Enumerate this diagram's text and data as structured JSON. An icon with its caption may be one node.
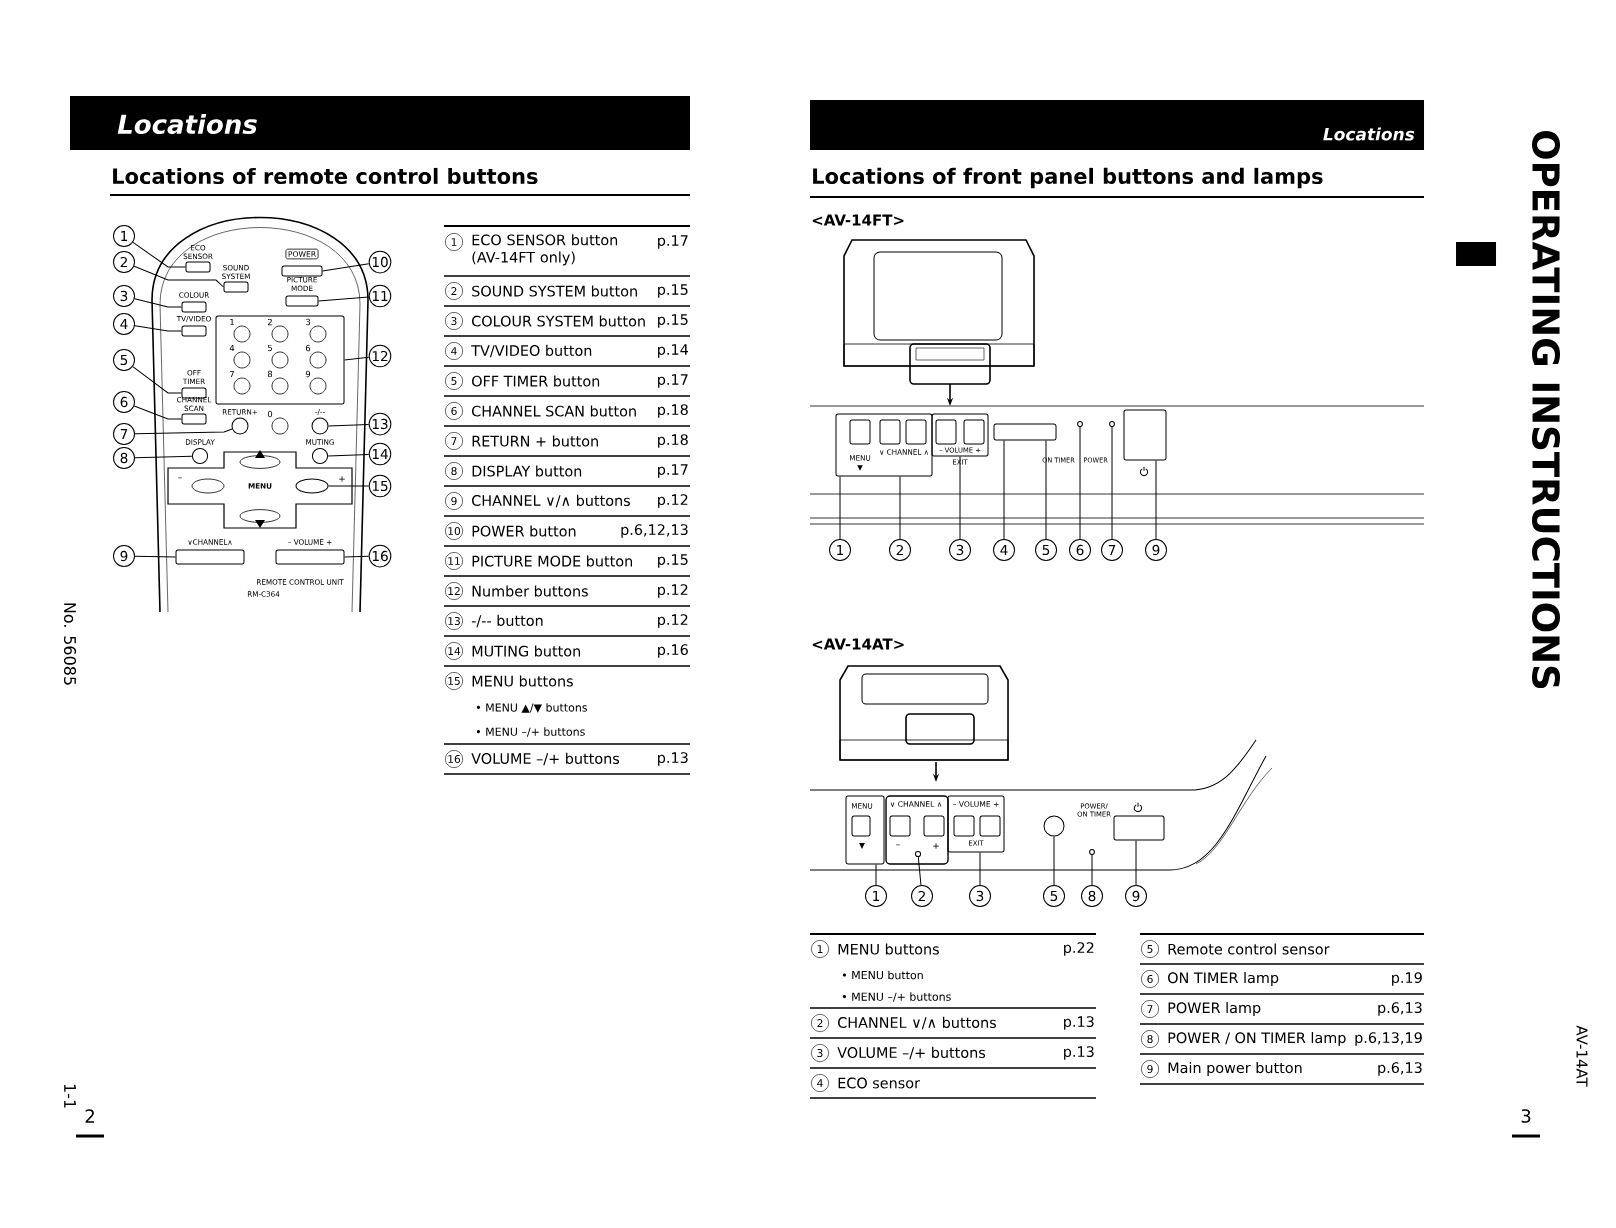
{
  "diagram": {
    "nodes": [
      {
        "text": [
          "1"
        ]
      },
      {
        "text": [
          "2"
        ]
      },
      {
        "text": [
          "3"
        ]
      },
      {
        "text": [
          "4"
        ]
      },
      {
        "text": [
          "5"
        ]
      },
      {
        "text": [
          "6"
        ]
      },
      {
        "text": [
          "7"
        ]
      },
      {
        "text": [
          "8"
        ]
      },
      {
        "text": [
          "9"
        ]
      },
      {
        "text": [
          "10"
        ]
      },
      {
        "text": [
          "11"
        ]
      },
      {
        "text": [
          "12"
        ]
      },
      {
        "text": [
          "13"
        ]
      },
      {
        "text": [
          "14"
        ]
      },
      {
        "text": [
          "15"
        ]
      },
      {
        "text": [
          "16"
        ]
      },
      {
        "text": [
          "1"
        ]
      },
      {
        "text": [
          "2"
        ]
      },
      {
        "text": [
          "3"
        ]
      },
      {
        "text": [
          "4"
        ]
      },
      {
        "text": [
          "5"
        ]
      },
      {
        "text": [
          "6"
        ]
      },
      {
        "text": [
          "7"
        ]
      },
      {
        "text": [
          "9"
        ]
      },
      {
        "text": [
          "1"
        ]
      },
      {
        "text": [
          "2"
        ]
      },
      {
        "text": [
          "3"
        ]
      },
      {
        "text": [
          "5"
        ]
      },
      {
        "text": [
          "8"
        ]
      },
      {
        "text": [
          "9"
        ]
      },
      {
        "text": [],
        "shape": "box"
      },
      {
        "text": [],
        "shape": "box"
      },
      {
        "text": [],
        "shape": "box"
      },
      {
        "text": [],
        "shape": "box"
      },
      {
        "text": [],
        "shape": "box"
      },
      {
        "text": [],
        "shape": "box"
      },
      {
        "text": [],
        "shape": "box"
      },
      {
        "text": [],
        "shape": "circle"
      },
      {
        "text": [],
        "shape": "circle"
      },
      {
        "text": [],
        "shape": "box"
      },
      {
        "text": [],
        "shape": "box"
      },
      {
        "text": [],
        "shape": "box"
      },
      {
        "text": [],
        "shape": "circle"
      },
      {
        "text": [],
        "shape": "circle"
      },
      {
        "text": [],
        "shape": "ellipse"
      },
      {
        "text": [],
        "shape": "box"
      },
      {
        "text": [],
        "shape": "box"
      },
      {
        "text": [],
        "shape": "box"
      },
      {
        "text": [],
        "shape": "box"
      },
      {
        "text": [],
        "shape": "circle"
      },
      {
        "text": [],
        "shape": "circle"
      },
      {
        "text": [],
        "shape": "box"
      },
      {
        "text": [],
        "shape": "box"
      },
      {
        "text": [],
        "shape": "circle"
      },
      {
        "text": [],
        "shape": "box"
      },
      {
        "text": [],
        "shape": "circle"
      },
      {
        "text": [],
        "shape": "circle"
      },
      {
        "text": [],
        "shape": "box"
      }
    ],
    "edges": [
      {
        "from": 0,
        "to": 30,
        "arrow": "none"
      },
      {
        "from": 1,
        "to": 31,
        "arrow": "none"
      },
      {
        "from": 2,
        "to": 32,
        "arrow": "none"
      },
      {
        "from": 3,
        "to": 33,
        "arrow": "none"
      },
      {
        "from": 4,
        "to": 34,
        "arrow": "none"
      },
      {
        "from": 5,
        "to": 35,
        "arrow": "none"
      },
      {
        "from": 6,
        "to": 37,
        "arrow": "none"
      },
      {
        "from": 7,
        "to": 38,
        "arrow": "none"
      },
      {
        "from": 8,
        "to": 39,
        "arrow": "none"
      },
      {
        "from": 9,
        "to": 40,
        "arrow": "none"
      },
      {
        "from": 10,
        "to": 41,
        "arrow": "none"
      },
      {
        "from": 11,
        "to": 36,
        "arrow": "none"
      },
      {
        "from": 12,
        "to": 42,
        "arrow": "none"
      },
      {
        "from": 13,
        "to": 43,
        "arrow": "none"
      },
      {
        "from": 14,
        "to": 44,
        "arrow": "none"
      },
      {
        "from": 15,
        "to": 45,
        "arrow": "none"
      },
      {
        "from": 16,
        "to": 46,
        "arrow": "none"
      },
      {
        "from": 17,
        "to": 46,
        "arrow": "none"
      },
      {
        "from": 18,
        "to": 47,
        "arrow": "none"
      },
      {
        "from": 19,
        "to": 48,
        "arrow": "none"
      },
      {
        "from": 20,
        "to": 48,
        "arrow": "none"
      },
      {
        "from": 21,
        "to": 49,
        "arrow": "none"
      },
      {
        "from": 22,
        "to": 50,
        "arrow": "none"
      },
      {
        "from": 23,
        "to": 51,
        "arrow": "none"
      },
      {
        "from": 24,
        "to": 52,
        "arrow": "none"
      },
      {
        "from": 25,
        "to": 53,
        "arrow": "none"
      },
      {
        "from": 26,
        "to": 54,
        "arrow": "none"
      },
      {
        "from": 27,
        "to": 55,
        "arrow": "none"
      },
      {
        "from": 28,
        "to": 56,
        "arrow": "none"
      },
      {
        "from": 29,
        "to": 57,
        "arrow": "none"
      }
    ],
    "labels": [
      "Locations",
      "Locations of remote control buttons",
      "Locations",
      "Locations of front panel buttons and lamps",
      "OPERATING INSTRUCTIONS",
      "No. 56085",
      "1-1",
      "2",
      "3",
      "AV-14AT",
      "<AV-14FT>",
      "<AV-14AT>",
      "ECO SENSOR",
      "SOUND SYSTEM",
      "COLOUR",
      "POWER",
      "PICTURE MODE",
      "TV/VIDEO",
      "1",
      "2",
      "3",
      "4",
      "5",
      "6",
      "7",
      "8",
      "9",
      "0",
      "OFF TIMER",
      "CHANNEL SCAN",
      "RETURN+",
      "-/--",
      "DISPLAY",
      "MUTING",
      "MENU",
      "–",
      "+",
      "∨CHANNEL∧",
      "– VOLUME +",
      "REMOTE CONTROL UNIT",
      "RM-C364",
      "1",
      "ECO SENSOR button (AV-14FT only)",
      "p.17",
      "2",
      "SOUND SYSTEM button",
      "p.15",
      "3",
      "COLOUR SYSTEM button",
      "p.15",
      "4",
      "TV/VIDEO button",
      "p.14",
      "5",
      "OFF TIMER button",
      "p.17",
      "6",
      "CHANNEL SCAN button",
      "p.18",
      "7",
      "RETURN + button",
      "p.18",
      "8",
      "DISPLAY button",
      "p.17",
      "9",
      "CHANNEL ∨/∧ buttons",
      "p.12",
      "10",
      "POWER button",
      "p.6,12,13",
      "11",
      "PICTURE MODE button",
      "p.15",
      "12",
      "Number buttons",
      "p.12",
      "13",
      "-/-- button",
      "p.12",
      "14",
      "MUTING button",
      "p.16",
      "15",
      "MENU buttons",
      "• MENU ▲/▼ buttons",
      "• MENU –/+ buttons",
      "16",
      "VOLUME –/+ buttons",
      "p.13",
      "1",
      "MENU buttons",
      "p.22",
      "• MENU button",
      "• MENU –/+ buttons",
      "2",
      "CHANNEL ∨/∧ buttons",
      "p.13",
      "3",
      "VOLUME –/+ buttons",
      "p.13",
      "4",
      "ECO sensor",
      "5",
      "Remote control sensor",
      "6",
      "ON TIMER lamp",
      "p.19",
      "7",
      "POWER lamp",
      "p.6,13",
      "8",
      "POWER / ON TIMER lamp",
      "p.6,13,19",
      "9",
      "Main power button",
      "p.6,13",
      "MENU",
      "▼",
      "∨ CHANNEL ∧",
      "– VOLUME +",
      "EXIT",
      "ON TIMER",
      "POWER",
      "MENU",
      "▼",
      "∨ CHANNEL ∧",
      "–",
      "+",
      "– VOLUME +",
      "EXIT",
      "POWER/ ON TIMER"
    ]
  }
}
